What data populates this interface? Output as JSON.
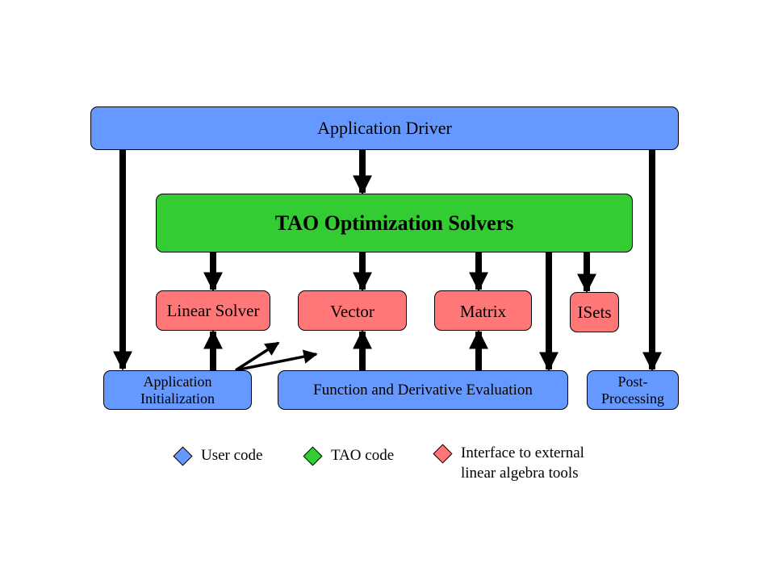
{
  "diagram": {
    "app_driver": "Application Driver",
    "tao_solvers": "TAO Optimization Solvers",
    "linear_solver": "Linear Solver",
    "vector": "Vector",
    "matrix": "Matrix",
    "isets": "ISets",
    "app_init_line1": "Application",
    "app_init_line2": "Initialization",
    "func_eval": "Function and Derivative Evaluation",
    "post_line1": "Post-",
    "post_line2": "Processing"
  },
  "legend": {
    "user_code": "User code",
    "tao_code": "TAO code",
    "interface_line1": "Interface to external",
    "interface_line2": "linear algebra tools"
  },
  "colors": {
    "user_code": "#6699ff",
    "tao_code": "#33cc33",
    "interface": "#ff7777"
  }
}
